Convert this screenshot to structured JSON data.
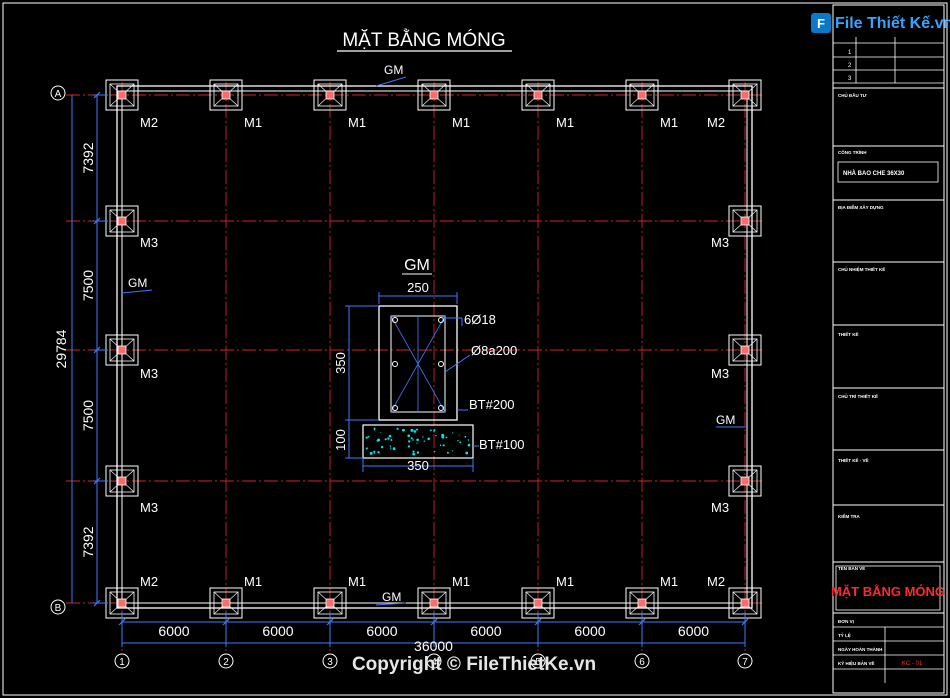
{
  "drawing": {
    "title": "MẶT BẰNG MÓNG",
    "grid_rows": [
      "A",
      "B"
    ],
    "grid_cols": [
      "1",
      "2",
      "3",
      "4",
      "5",
      "6",
      "7"
    ],
    "bay_spans": [
      "6000",
      "6000",
      "6000",
      "6000",
      "6000",
      "6000"
    ],
    "total_length": "36000",
    "row_spans": [
      "7392",
      "7500",
      "7500",
      "7392"
    ],
    "total_width": "29784",
    "footing_labels": {
      "top": [
        "M2",
        "M1",
        "M1",
        "M1",
        "M1",
        "M1",
        "M2"
      ],
      "bottom": [
        "M2",
        "M1",
        "M1",
        "M1",
        "M1",
        "M1",
        "M2"
      ],
      "side": "M3"
    },
    "beam_label": "GM"
  },
  "detail": {
    "title": "GM",
    "width_top": "250",
    "height": "350",
    "lean_height": "100",
    "width_bottom": "350",
    "rebar_main": "6Ø18",
    "stirrup": "Ø8a200",
    "concrete": "BT#200",
    "lean_concrete": "BT#100"
  },
  "title_block": {
    "project_name": "NHÀ BAO CHE 36X30",
    "sheet_title": "MẶT BẰNG MÓNG",
    "sheet_code": "KC - 01",
    "row_numbers": [
      "1",
      "2",
      "3"
    ],
    "small_labels": [
      "CHỦ ĐẦU TƯ",
      "CÔNG TRÌNH",
      "ĐỊA ĐIỂM XÂY DỰNG",
      "CHỦ NHIỆM THIẾT KẾ",
      "THIẾT KẾ",
      "CHỦ TRÌ THIẾT KẾ",
      "THIẾT KẾ - VẼ",
      "KIỂM TRA",
      "TÊN BẢN VẼ",
      "ĐƠN VỊ",
      "TỶ LỆ",
      "NGÀY HOÀN THÀNH",
      "KÝ HIỆU BẢN VẼ"
    ]
  },
  "watermark": {
    "brand": "File Thiết Kế.vn",
    "copyright": "Copyright © FileThietKe.vn"
  },
  "colors": {
    "background": "#000000",
    "outline": "#ffffff",
    "axis": "#d0252a",
    "dimension": "#3b7bff",
    "text": "#ffffff",
    "hatch": "#00e6e6",
    "accent_red": "#ff2a2a"
  }
}
